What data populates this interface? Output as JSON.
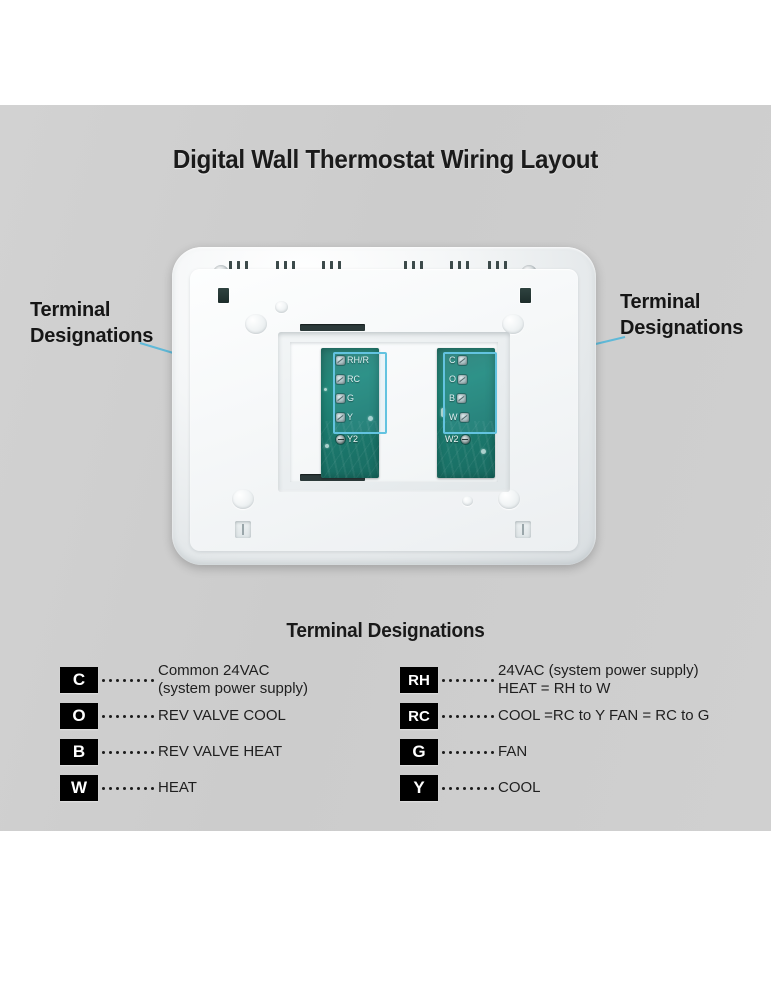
{
  "page": {
    "title": "Digital Wall Thermostat Wiring Layout",
    "background_color": "#cfcfcf",
    "accent_color": "#63c3e0"
  },
  "callouts": {
    "left": {
      "line1": "Terminal",
      "line2": "Designations"
    },
    "right": {
      "line1": "Terminal",
      "line2": "Designations"
    }
  },
  "thermostat": {
    "left_block": {
      "highlighted": [
        "RH/R",
        "RC",
        "G",
        "Y"
      ],
      "terminals": [
        {
          "label": "RH/R"
        },
        {
          "label": "RC"
        },
        {
          "label": "G"
        },
        {
          "label": "Y"
        },
        {
          "label": "Y2"
        }
      ]
    },
    "right_block": {
      "highlighted": [
        "C",
        "O",
        "B",
        "W"
      ],
      "terminals": [
        {
          "label": "C"
        },
        {
          "label": "O"
        },
        {
          "label": "B"
        },
        {
          "label": "W"
        },
        {
          "label": "W2"
        }
      ]
    }
  },
  "legend": {
    "title": "Terminal Designations",
    "left_column": [
      {
        "code": "C",
        "desc_line1": "Common 24VAC",
        "desc_line2": "(system power supply)"
      },
      {
        "code": "O",
        "desc_line1": "REV VALVE COOL",
        "desc_line2": ""
      },
      {
        "code": "B",
        "desc_line1": "REV VALVE HEAT",
        "desc_line2": ""
      },
      {
        "code": "W",
        "desc_line1": "HEAT",
        "desc_line2": ""
      }
    ],
    "right_column": [
      {
        "code": "RH",
        "desc_line1": "24VAC (system power supply)",
        "desc_line2": "HEAT = RH to W"
      },
      {
        "code": "RC",
        "desc_line1": "COOL =RC to Y FAN = RC to G",
        "desc_line2": ""
      },
      {
        "code": "G",
        "desc_line1": "FAN",
        "desc_line2": ""
      },
      {
        "code": "Y",
        "desc_line1": "COOL",
        "desc_line2": ""
      }
    ]
  }
}
